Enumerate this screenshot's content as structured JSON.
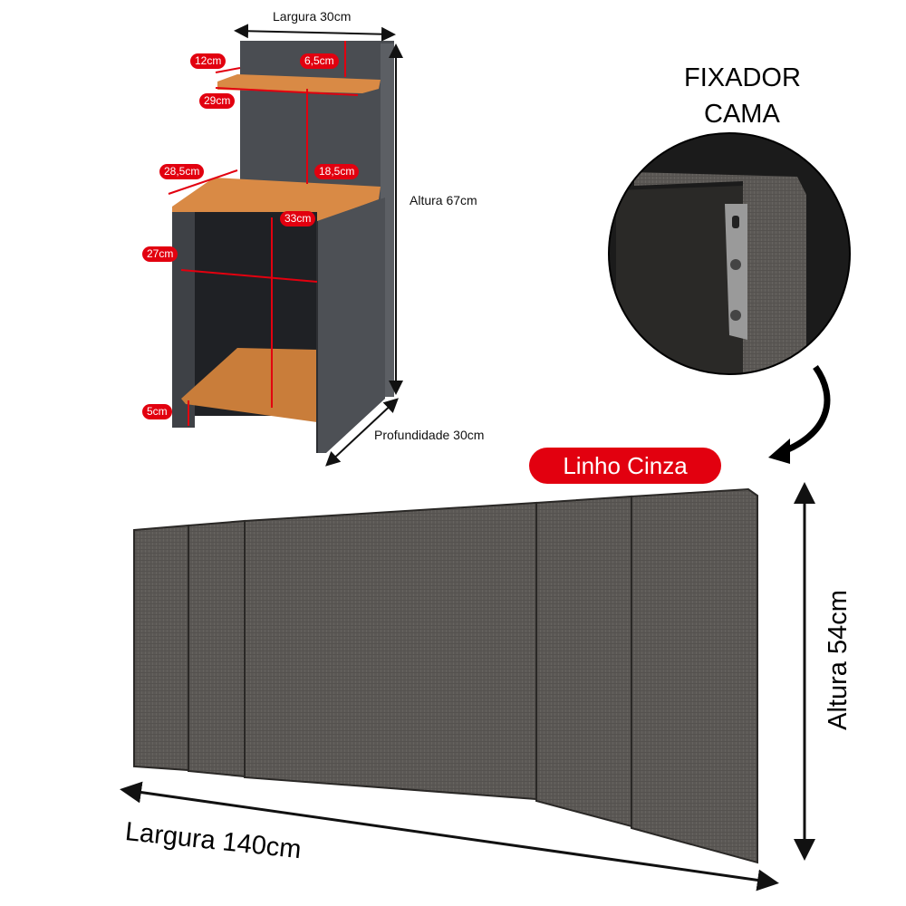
{
  "nightstand": {
    "width_label": "Largura 30cm",
    "height_label": "Altura 67cm",
    "depth_label": "Profundidade 30cm",
    "measures": [
      "12cm",
      "6,5cm",
      "29cm",
      "28,5cm",
      "18,5cm",
      "33cm",
      "27cm",
      "5cm"
    ]
  },
  "fixador": {
    "line1": "FIXADOR",
    "line2": "CAMA"
  },
  "headboard": {
    "color_badge": "Linho Cinza",
    "height_label": "Altura 54cm",
    "width_label": "Largura 140cm"
  },
  "colors": {
    "accent_red": "#e2000f",
    "fabric": "#5b5855",
    "wood": "#d98a45",
    "graphite": "#3e4146"
  }
}
